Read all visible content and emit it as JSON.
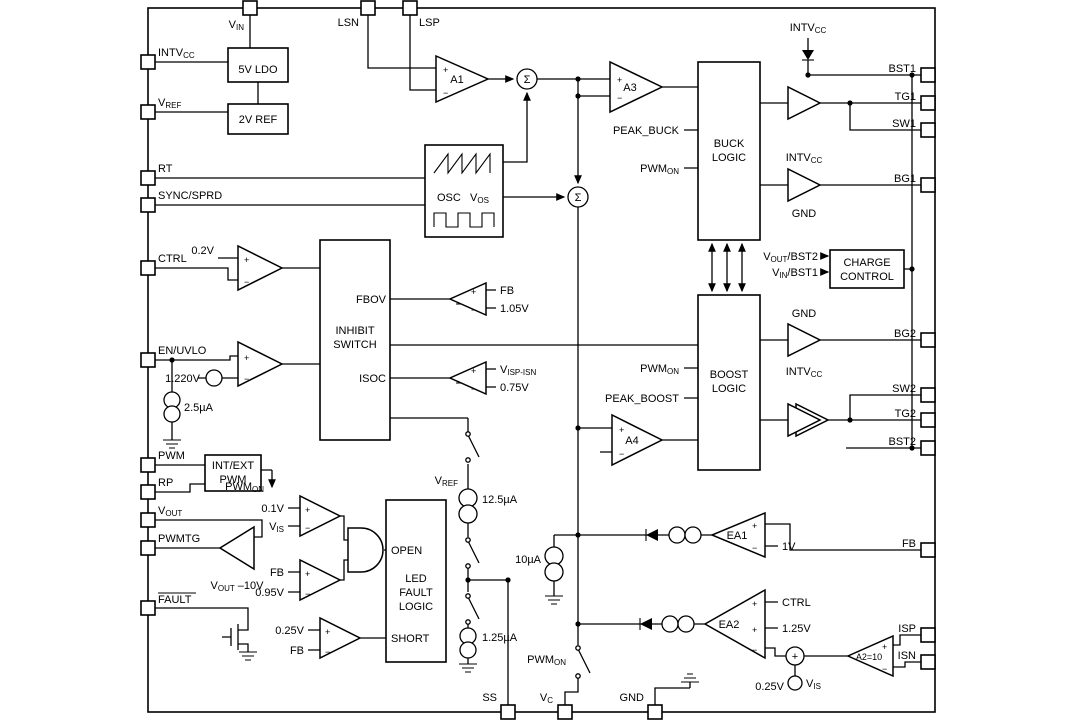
{
  "pins": {
    "top": {
      "vin": {
        "base": "V",
        "sub": "IN"
      },
      "lsn": {
        "label": "LSN"
      },
      "lsp": {
        "label": "LSP"
      }
    },
    "left": {
      "intvcc": {
        "base": "INTV",
        "sub": "CC"
      },
      "vref": {
        "base": "V",
        "sub": "REF"
      },
      "rt": {
        "label": "RT"
      },
      "sync_sprd": {
        "label": "SYNC/SPRD"
      },
      "ctrl": {
        "label": "CTRL"
      },
      "en_uvlo": {
        "label": "EN/UVLO"
      },
      "pwm": {
        "label": "PWM"
      },
      "rp": {
        "label": "RP"
      },
      "vout": {
        "base": "V",
        "sub": "OUT"
      },
      "pwmtg": {
        "label": "PWMTG"
      },
      "fault": {
        "label": "FAULT"
      }
    },
    "right": {
      "bst1": "BST1",
      "tg1": "TG1",
      "sw1": "SW1",
      "bg1": "BG1",
      "bg2": "BG2",
      "sw2": "SW2",
      "tg2": "TG2",
      "bst2": "BST2",
      "fb": "FB",
      "isp": "ISP",
      "isn": "ISN"
    },
    "bottom": {
      "ss": "SS",
      "vc": {
        "base": "V",
        "sub": "C"
      },
      "gnd": "GND"
    }
  },
  "blocks": {
    "ldo": "5V LDO",
    "ref": "2V REF",
    "osc": {
      "name": "OSC",
      "out_base": "V",
      "out_sub": "OS"
    },
    "buck_logic": {
      "l1": "BUCK",
      "l2": "LOGIC"
    },
    "boost_logic": {
      "l1": "BOOST",
      "l2": "LOGIC"
    },
    "charge_control": {
      "l1": "CHARGE",
      "l2": "CONTROL"
    },
    "inhibit": {
      "l1": "INHIBIT",
      "l2": "SWITCH",
      "fbov": "FBOV",
      "isoc": "ISOC"
    },
    "int_ext_pwm": {
      "l1": "INT/EXT",
      "l2": "PWM"
    },
    "led_fault": {
      "open": "OPEN",
      "l1": "LED",
      "l2": "FAULT",
      "l3": "LOGIC",
      "short": "SHORT"
    }
  },
  "amps": {
    "a1": "A1",
    "a3": "A3",
    "a4": "A4",
    "ea1": "EA1",
    "ea2": "EA2",
    "a2": "A2=10"
  },
  "signals": {
    "sigma": "Σ",
    "plus": "+",
    "minus": "−",
    "peak_buck": "PEAK_BUCK",
    "peak_boost": "PEAK_BOOST",
    "pwmon": {
      "base": "PWM",
      "sub": "ON"
    },
    "intvcc": {
      "base": "INTV",
      "sub": "CC"
    },
    "gnd": "GND",
    "vout_bst2": {
      "base": "V",
      "sub": "OUT",
      "post": "/BST2"
    },
    "vin_bst1": {
      "base": "V",
      "sub": "IN",
      "post": "/BST1"
    },
    "fb": "FB",
    "ctrl": "CTRL",
    "vis": {
      "base": "V",
      "sub": "IS"
    },
    "visp_isn": {
      "base": "V",
      "sub": "ISP-ISN"
    },
    "vref": {
      "base": "V",
      "sub": "REF"
    },
    "vout_m10": {
      "base": "V",
      "sub": "OUT",
      "post": " –10V"
    }
  },
  "values": {
    "v0_2": "0.2V",
    "v1_220": "1.220V",
    "i2_5": "2.5µA",
    "v1_05": "1.05V",
    "v0_75": "0.75V",
    "v0_1": "0.1V",
    "v0_95": "0.95V",
    "v0_25": "0.25V",
    "i12_5": "12.5µA",
    "i1_25": "1.25µA",
    "i10": "10µA",
    "v1": "1V",
    "v1_25": "1.25V"
  }
}
